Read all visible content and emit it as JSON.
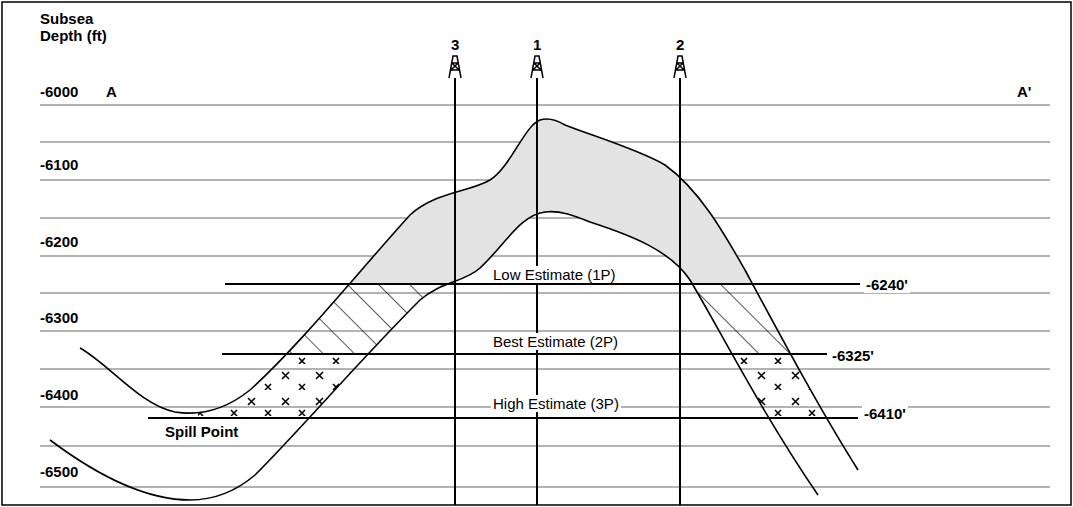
{
  "diagram": {
    "labels": [
      "Subsea Depth (ft)",
      "-6000",
      "A",
      "3",
      "1",
      "2",
      "A'",
      "-6100",
      "-6200",
      "Low Estimate (1P)",
      "-6240'",
      "-6300",
      "Best Estimate (2P)",
      "-6325'",
      "-6400",
      "High Estimate (3P)",
      "-6410'",
      "Spill Point",
      "-6500"
    ]
  }
}
